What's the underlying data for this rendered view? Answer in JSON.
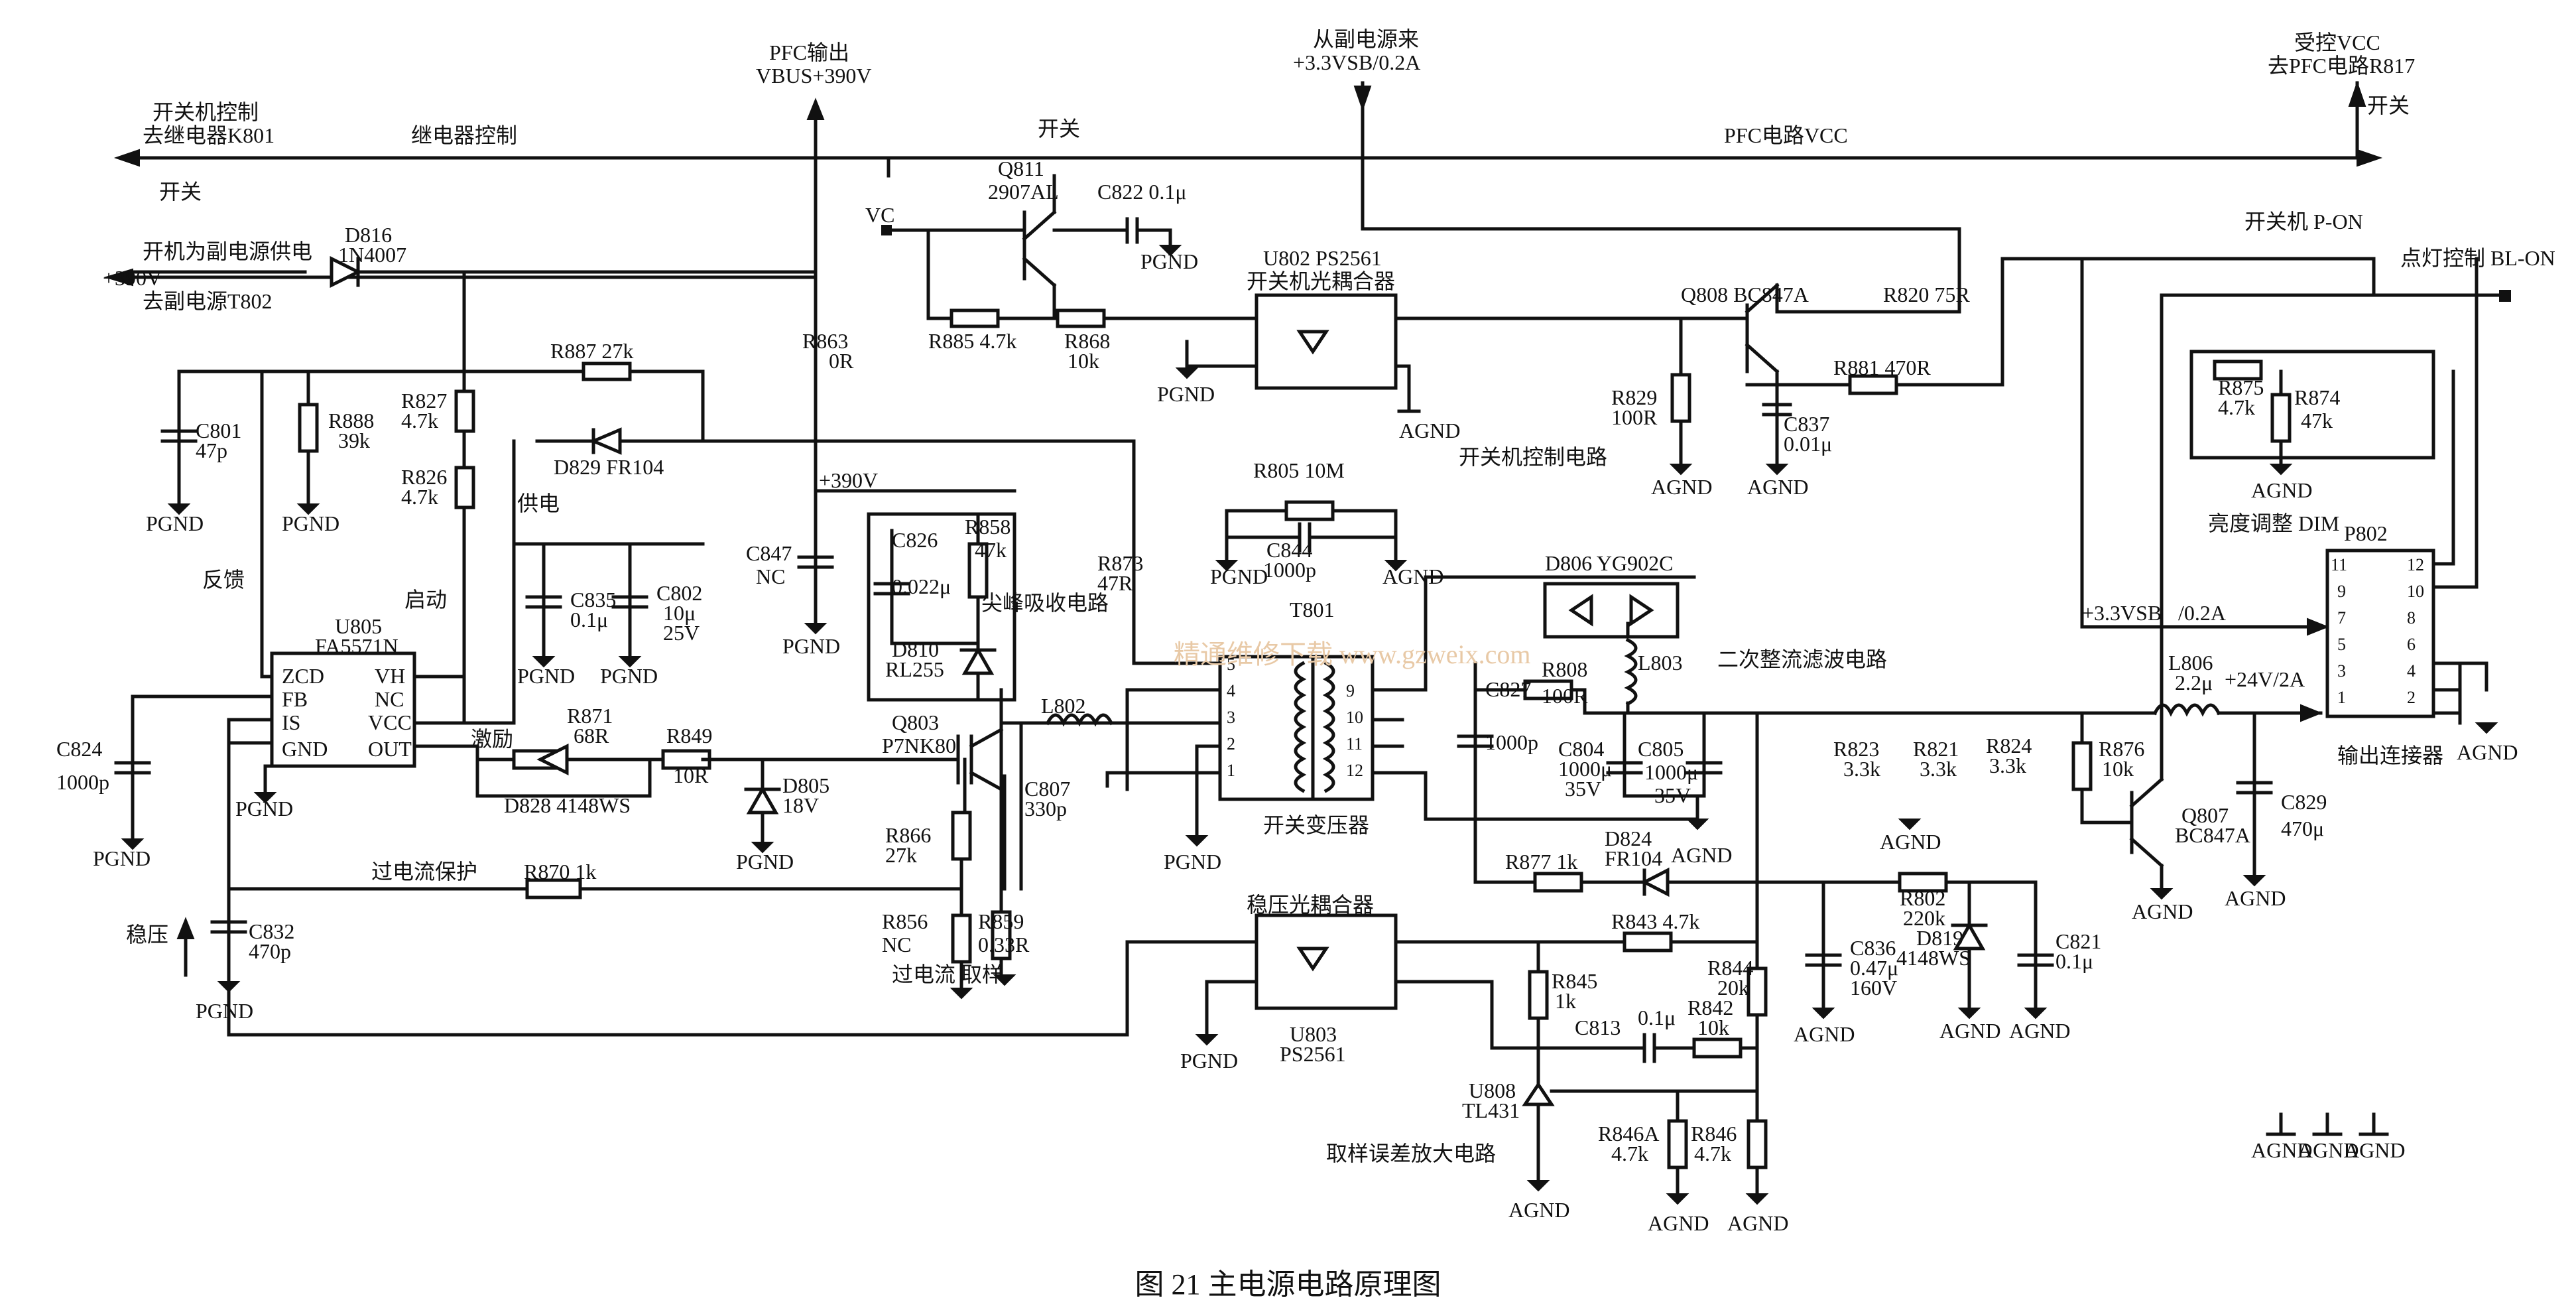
{
  "figure": {
    "caption": "图 21    主电源电路原理图",
    "watermark": "精通维修下载 www.gzweix.com"
  },
  "top": {
    "pfc_out": "PFC输出",
    "vbus": "VBUS+390V",
    "from_standby": "从副电源来",
    "standby_33": "+3.3VSB/0.2A",
    "controlled_vcc": "受控VCC",
    "to_pfc": "去PFC电路R817",
    "switch_ctrl": "开关机控制",
    "to_relay": "去继电器K801",
    "relay_ctrl": "继电器控制",
    "pfc_vcc": "PFC电路VCC",
    "kaiguan": "开关"
  },
  "nets": {
    "standby_supply": "开机为副电源供电",
    "plus390": "+390V",
    "to_t802": "去副电源T802",
    "vc": "VC",
    "plus390v": "+390V",
    "supply": "供电",
    "feedback": "反馈",
    "start": "启动",
    "excite": "激励",
    "ocp": "过电流保护",
    "regulate": "稳压",
    "oc_sample": "过电流 取样",
    "snubber": "尖峰吸收电路",
    "pon": "开关机 P-ON",
    "bl_on": "点灯控制 BL-ON",
    "sw_circuit": "开关机控制电路",
    "rectifier": "二次整流滤波电路",
    "brightness": "亮度调整 DIM",
    "out33": "+3.3VSB",
    "out33b": "/0.2A",
    "out24": "+24V/2A",
    "out_conn": "输出连接器",
    "sampling": "取样误差放大电路"
  },
  "parts": {
    "q811": [
      "Q811",
      "2907AL"
    ],
    "c822": "C822  0.1μ",
    "r885": "R885  4.7k",
    "r868": [
      "R868",
      "10k"
    ],
    "u802": [
      "U802 PS2561",
      "开关机光耦合器"
    ],
    "q808": "Q808  BC847A",
    "r820": "R820  75R",
    "r881": "R881  470R",
    "r829": [
      "R829",
      "100R"
    ],
    "c837": [
      "C837",
      "0.01μ"
    ],
    "d816": [
      "D816",
      "1N4007"
    ],
    "r863": [
      "R863",
      "0R"
    ],
    "r887": "R887  27k",
    "c801": [
      "C801",
      "47p"
    ],
    "r888": [
      "R888",
      "39k"
    ],
    "r827": [
      "R827",
      "4.7k"
    ],
    "r826": [
      "R826",
      "4.7k"
    ],
    "d829": "D829  FR104",
    "c835": [
      "C835",
      "0.1μ"
    ],
    "c802": [
      "C802",
      "10μ",
      "25V"
    ],
    "u805": [
      "U805",
      "FA5571N"
    ],
    "u805_pins_l": [
      "ZCD",
      "FB",
      "IS",
      "GND"
    ],
    "u805_pins_r": [
      "VH",
      "NC",
      "VCC",
      "OUT"
    ],
    "c824": [
      "C824",
      "1000p"
    ],
    "r871": [
      "R871",
      "68R"
    ],
    "d828": "D828    4148WS",
    "r849": [
      "R849",
      "10R"
    ],
    "d805": [
      "D805",
      "18V"
    ],
    "c847": [
      "C847",
      "NC"
    ],
    "c826": [
      "C826",
      "0.022μ"
    ],
    "r858": [
      "R858",
      "47k"
    ],
    "d810": [
      "D810",
      "RL255"
    ],
    "q803": [
      "Q803",
      "P7NK80"
    ],
    "l802": "L802",
    "c807": [
      "C807",
      "330p"
    ],
    "r866": [
      "R866",
      "27k"
    ],
    "r856": [
      "R856",
      "NC"
    ],
    "r859": [
      "R859",
      "0.33R"
    ],
    "r870": "R870   1k",
    "c832": [
      "C832",
      "470p"
    ],
    "r873": [
      "R873",
      "47R"
    ],
    "r805": "R805  10M",
    "c844": [
      "C844",
      "1000p"
    ],
    "t801": [
      "T801",
      "开关变压器"
    ],
    "d806": "D806  YG902C",
    "l803": "L803",
    "c827": [
      "C827",
      "1000p"
    ],
    "r808": [
      "R808",
      "100R"
    ],
    "c804": [
      "C804",
      "1000μ",
      "35V"
    ],
    "c805": [
      "C805",
      "1000μ",
      "35V"
    ],
    "d824": [
      "D824",
      "FR104"
    ],
    "r877": "R877   1k",
    "u803": [
      "稳压光耦合器",
      "U803",
      "PS2561"
    ],
    "r843": "R843  4.7k",
    "r845": [
      "R845",
      "1k"
    ],
    "c813": "C813",
    "c813v": "0.1μ",
    "r842": [
      "R842",
      "10k"
    ],
    "r844": [
      "R844",
      "20k"
    ],
    "u808": [
      "U808",
      "TL431"
    ],
    "r846a": [
      "R846A",
      "4.7k"
    ],
    "r846": [
      "R846",
      "4.7k"
    ],
    "c836": [
      "C836",
      "0.47μ",
      "160V"
    ],
    "r802": [
      "R802",
      "220k"
    ],
    "d819": [
      "D819",
      "4148WS"
    ],
    "c821": [
      "C821",
      "0.1μ"
    ],
    "r823": [
      "R823",
      "3.3k"
    ],
    "r821": [
      "R821",
      "3.3k"
    ],
    "r824": [
      "R824",
      "3.3k"
    ],
    "r876": [
      "R876",
      "10k"
    ],
    "l806": [
      "L806",
      "2.2μ"
    ],
    "q807": [
      "Q807",
      "BC847A"
    ],
    "c829": [
      "C829",
      "470μ"
    ],
    "r875": [
      "R875",
      "4.7k"
    ],
    "r874": [
      "R874",
      "47k"
    ],
    "p802": "P802",
    "p802_left": [
      "11",
      "9",
      "7",
      "5",
      "3",
      "1"
    ],
    "p802_right": [
      "12",
      "10",
      "8",
      "6",
      "4",
      "2"
    ],
    "t801_pins_l": [
      "5",
      "4",
      "3",
      "2",
      "1"
    ],
    "t801_pins_r": [
      "9",
      "10",
      "11",
      "12"
    ]
  },
  "grounds": {
    "pgnd": "PGND",
    "agnd": "AGND"
  }
}
